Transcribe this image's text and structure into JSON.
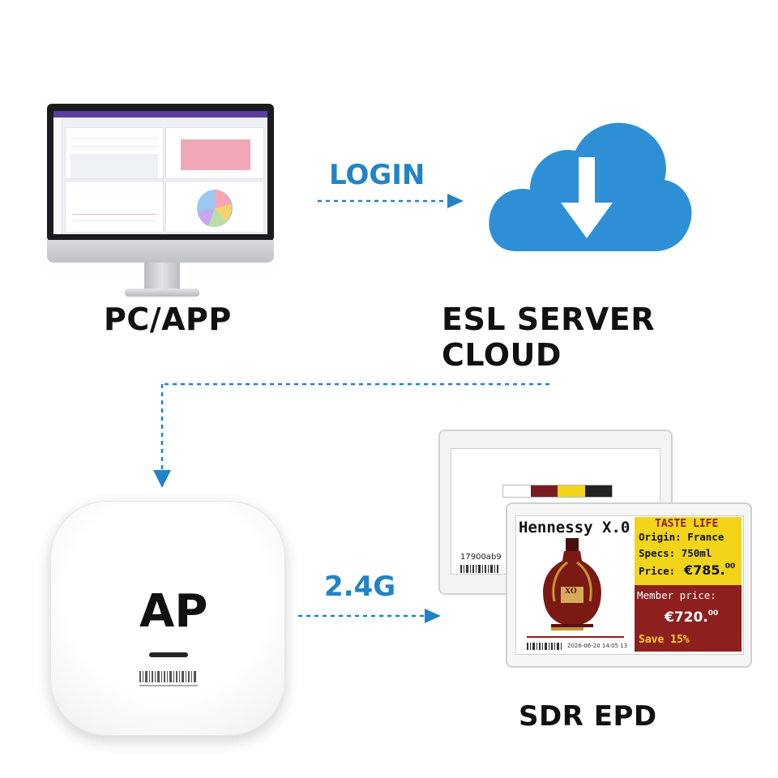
{
  "labels": {
    "pc_app": "PC/APP",
    "esl_server_cloud": "ESL SERVER CLOUD",
    "login": "LOGIN",
    "frequency": "2.4G",
    "sdr_epd": "SDR EPD",
    "ap": "AP"
  },
  "epd_back": {
    "id_code": "17900ab9"
  },
  "epd_front": {
    "product_name": "Hennessy X.0",
    "bottle_label": "XO",
    "tagline": "TASTE LIFE",
    "origin": "Origin: France",
    "specs": "Specs:  750ml",
    "price_label": "Price:",
    "price_value": "€785.",
    "price_cents": "00",
    "member_label": "Member price:",
    "member_value": "€720.",
    "member_cents": "00",
    "save": "Save 15%",
    "timestamp": "2026-06-20 14:05 13"
  },
  "colors": {
    "accent_blue": "#2283c6",
    "cloud_blue": "#2f8fd6",
    "epd_yellow": "#f2d51a",
    "epd_red": "#8e1f1f"
  },
  "icons": {
    "cloud": "cloud-download-icon",
    "monitor": "monitor-icon"
  }
}
